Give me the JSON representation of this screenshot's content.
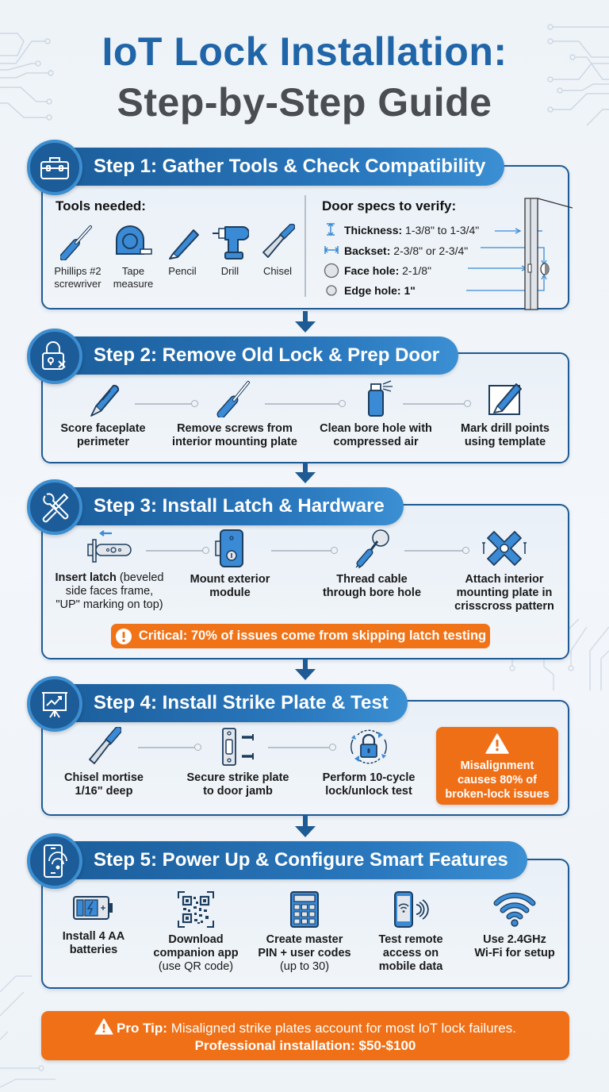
{
  "title": {
    "line1": "IoT Lock Installation:",
    "line2": "Step-by-Step Guide"
  },
  "colors": {
    "primary_blue": "#1e5a93",
    "banner_blue": "#2a78be",
    "title_blue": "#1f65a8",
    "title_gray": "#4a4d52",
    "icon_blue": "#3a8ad6",
    "alert_orange": "#ef7016",
    "background": "#eef3f8"
  },
  "steps": [
    {
      "number": 1,
      "title": "Step 1: Gather Tools & Check Compatibility",
      "icon": "toolbox-icon",
      "tools_heading": "Tools needed:",
      "tools": [
        {
          "icon": "screwdriver-icon",
          "line1": "Phillips #2",
          "line2": "screwriver"
        },
        {
          "icon": "tape-measure-icon",
          "line1": "Tape",
          "line2": "measure"
        },
        {
          "icon": "pencil-icon",
          "line1": "Pencil",
          "line2": ""
        },
        {
          "icon": "drill-icon",
          "line1": "Drill",
          "line2": ""
        },
        {
          "icon": "chisel-icon",
          "line1": "Chisel",
          "line2": ""
        }
      ],
      "specs_heading": "Door specs to verify:",
      "specs": [
        {
          "icon": "vertical-measure-icon",
          "label": "Thickness:",
          "value": "1-3/8\" to 1-3/4\""
        },
        {
          "icon": "horizontal-measure-icon",
          "label": "Backset:",
          "value": "2-3/8\" or 2-3/4\""
        },
        {
          "icon": "large-circle-icon",
          "label": "Face hole:",
          "value": "2-1/8\""
        },
        {
          "icon": "small-circle-icon",
          "label": "Edge hole:",
          "value": "1\""
        }
      ]
    },
    {
      "number": 2,
      "title": "Step 2: Remove Old Lock & Prep Door",
      "icon": "lock-remove-icon",
      "items": [
        {
          "icon": "utility-knife-icon",
          "line1": "Score faceplate",
          "line2": "perimeter"
        },
        {
          "icon": "screwdriver-icon",
          "line1": "Remove screws from",
          "line2": "interior mounting plate"
        },
        {
          "icon": "spray-can-icon",
          "line1": "Clean bore hole with",
          "line2": "compressed air"
        },
        {
          "icon": "pencil-template-icon",
          "line1": "Mark drill points",
          "line2": "using template"
        }
      ]
    },
    {
      "number": 3,
      "title": "Step 3: Install Latch & Hardware",
      "icon": "tools-cross-icon",
      "items": [
        {
          "icon": "latch-icon",
          "bold": "Insert latch",
          "rest": " (beveled",
          "line2": "side faces frame,",
          "line3": "\"UP\" marking on top)"
        },
        {
          "icon": "exterior-module-icon",
          "line1": "Mount exterior",
          "line2": "module"
        },
        {
          "icon": "cable-icon",
          "line1": "Thread cable",
          "line2": "through bore hole"
        },
        {
          "icon": "mounting-plate-icon",
          "line1": "Attach interior",
          "line2": "mounting plate in",
          "line3": "crisscross pattern"
        }
      ],
      "alert": "Critical: 70% of issues come from skipping latch testing"
    },
    {
      "number": 4,
      "title": "Step 4: Install Strike Plate & Test",
      "icon": "presentation-chart-icon",
      "items": [
        {
          "icon": "chisel-icon",
          "line1": "Chisel mortise",
          "line2": "1/16\" deep"
        },
        {
          "icon": "strike-plate-icon",
          "line1": "Secure strike plate",
          "line2": "to door jamb"
        },
        {
          "icon": "lock-cycle-icon",
          "line1": "Perform 10-cycle",
          "line2": "lock/unlock test"
        }
      ],
      "warning": {
        "line1": "Misalignment",
        "line2": "causes 80% of",
        "line3": "broken-lock issues"
      }
    },
    {
      "number": 5,
      "title": "Step 5: Power Up & Configure Smart Features",
      "icon": "phone-wifi-icon",
      "items": [
        {
          "icon": "battery-icon",
          "line1": "Install 4 AA",
          "line2": "batteries",
          "line3": ""
        },
        {
          "icon": "qr-code-icon",
          "line1": "Download",
          "line2": "companion app",
          "line3": "(use QR code)"
        },
        {
          "icon": "keypad-icon",
          "line1": "Create master",
          "line2": "PIN + user codes",
          "line3": "(up to 30)"
        },
        {
          "icon": "phone-signal-icon",
          "line1": "Test remote",
          "line2": "access on",
          "line3": "mobile data"
        },
        {
          "icon": "wifi-icon",
          "line1": "Use 2.4GHz",
          "line2": "Wi-Fi for setup",
          "line3": ""
        }
      ]
    }
  ],
  "pro_tip": {
    "label": "Pro Tip:",
    "text": " Misaligned strike plates account for most IoT lock failures.",
    "line2": "Professional installation: $50-$100"
  }
}
